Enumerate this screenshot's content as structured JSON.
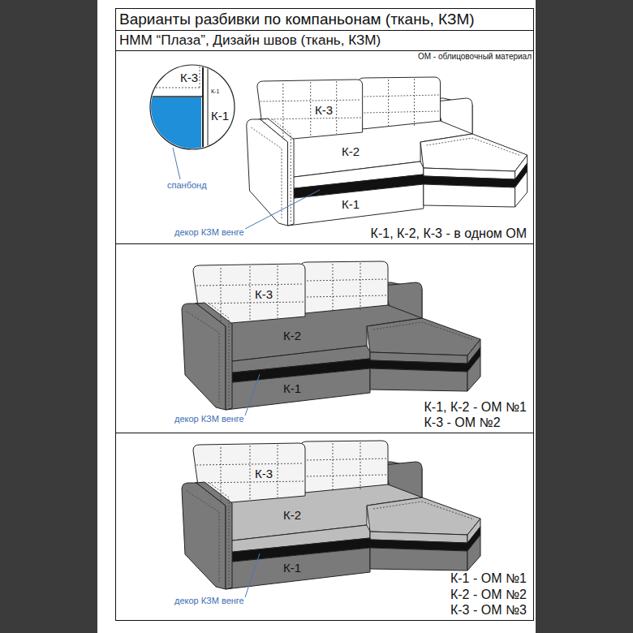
{
  "diagram": {
    "title": "Варианты разбивки по компаньонам (ткань, КЗМ)",
    "nodes": [
      {
        "text": [
          "НММ “Плаза”, Дизайн швов (ткань, КЗМ)"
        ]
      },
      {
        "text": [
          "К-1, К-2, К-3 - в одном ОМ"
        ]
      },
      {
        "text": [
          "К-3",
          "К-1",
          "К-1"
        ],
        "in": 1
      },
      {
        "text": [
          "К-1, К-2 - ОМ №1",
          "К-3 - ОМ №2"
        ]
      },
      {
        "text": [
          "К-1 - ОМ №1",
          "К-2 - ОМ №2",
          "К-3 - ОМ №3"
        ]
      }
    ],
    "labels": [
      "ОМ - облицовочный материал",
      "К-3",
      "К-2",
      "К-1",
      "спанбонд",
      "декор КЗМ венге",
      "К-3",
      "К-2",
      "К-1",
      "декор КЗМ венге",
      "К-3",
      "К-2",
      "К-1",
      "декор КЗМ венге"
    ]
  }
}
